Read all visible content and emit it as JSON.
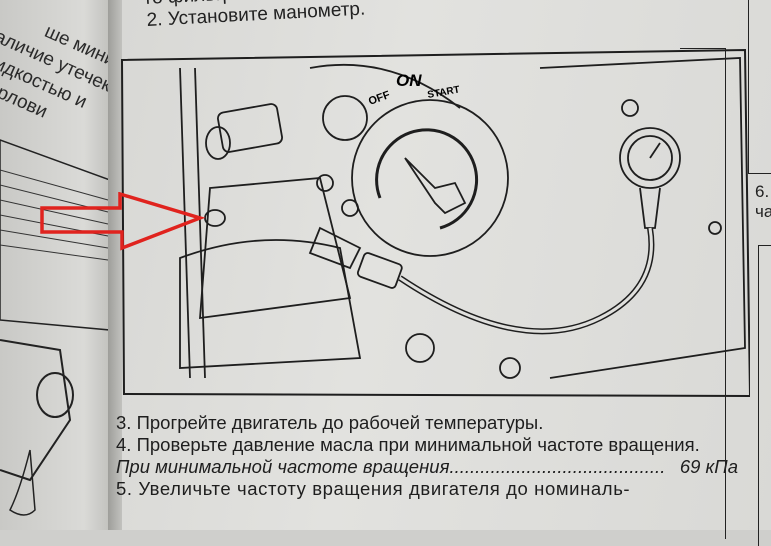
{
  "left_page": {
    "lines": [
      "ше минимал",
      "наличие утечек",
      "ей жидкостью и",
      "нга к горлови"
    ]
  },
  "right_page": {
    "top_lines": [
      "го фильтра",
      "2. Установите манометр."
    ],
    "figure_labels": {
      "off": "OFF",
      "on": "ON",
      "start": "START"
    },
    "steps": [
      "3. Прогрейте двигатель до рабочей температуры.",
      "4. Проверьте давление масла при минимальной частоте вращения."
    ],
    "spec": {
      "label": "При минимальной частоте вращения",
      "dots": "..........................................",
      "value": "69 кПа"
    },
    "step5": "5. Увеличьте частоту вращения двигателя до номиналь-",
    "side_fragment": [
      "6.",
      "ча"
    ]
  },
  "colors": {
    "arrow": "#e0231e",
    "ink": "#1e1e1e",
    "paper": "#e0e0dd"
  }
}
